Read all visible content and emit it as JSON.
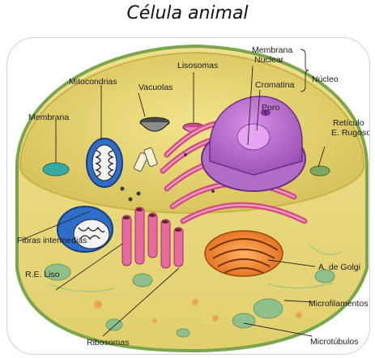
{
  "title": "Célula animal",
  "labels": {
    "membrana_nuclear": [
      "Membrana",
      "Nuclear"
    ],
    "nucleo": "Núcleo",
    "cromatina": "Cromatina",
    "poro": "Poro",
    "lisosomas": "Lisosomas",
    "mitocondrias": "Mitocondrias",
    "vacuolas": "Vacuolas",
    "membrana": "Membrana",
    "reticulo_rugoso": [
      "Retículo",
      "E. Rugoso"
    ],
    "fibras_intermedias": "Fibras intermedias",
    "re_liso": "R.E. Liso",
    "golgi": "A. de Golgi",
    "microfilamentos": "Microfilamentos",
    "ribosomas": "Ribosomas",
    "microtubulos": "Microtúbulos"
  }
}
